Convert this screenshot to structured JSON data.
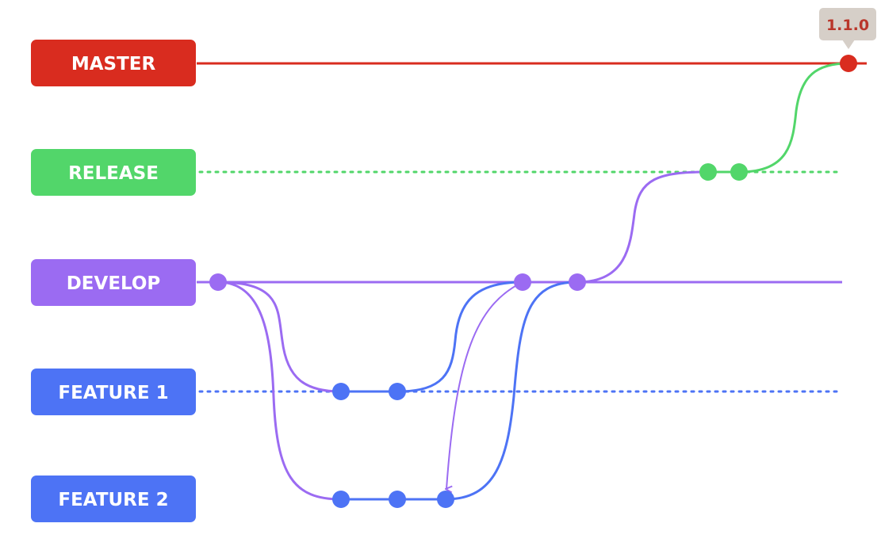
{
  "branches": [
    {
      "key": "master",
      "label": "MASTER",
      "color": "#d92c1f"
    },
    {
      "key": "release",
      "label": "RELEASE",
      "color": "#52d66a"
    },
    {
      "key": "develop",
      "label": "DEVELOP",
      "color": "#9b6bf2"
    },
    {
      "key": "feature1",
      "label": "FEATURE 1",
      "color": "#4d73f5"
    },
    {
      "key": "feature2",
      "label": "FEATURE 2",
      "color": "#4d73f5"
    }
  ],
  "tag": {
    "label": "1.1.0",
    "text_color": "#b9362a",
    "bg_color": "#d6cfc8"
  },
  "colors": {
    "master": "#d92c1f",
    "release": "#52d66a",
    "develop": "#9b6bf2",
    "feature": "#4d73f5"
  }
}
